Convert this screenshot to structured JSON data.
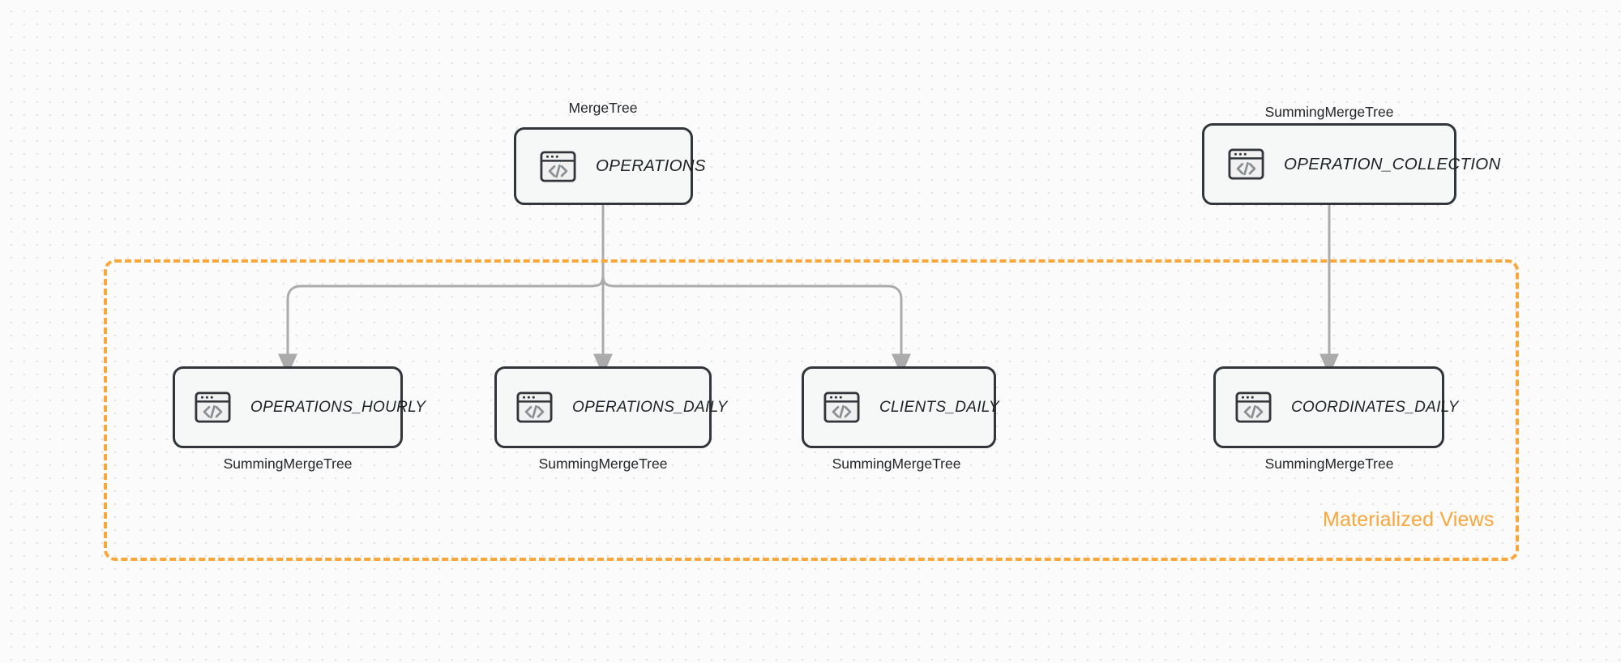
{
  "diagram": {
    "background": "#fbfbfb",
    "dot_grid_color": "#e3e1e0",
    "node_border_color": "#32363b",
    "node_fill_color": "#f6f7f7",
    "edge_color": "#ababab",
    "accent_color": "#f9a63a"
  },
  "group": {
    "label": "Materialized Views",
    "style": "dashed",
    "color": "#f9a63a"
  },
  "source_nodes": [
    {
      "id": "operations",
      "label": "OPERATIONS",
      "engine": "MergeTree",
      "engine_position": "above",
      "icon": "code-window-icon"
    },
    {
      "id": "operation_collection",
      "label": "OPERATION_COLLECTION",
      "engine": "SummingMergeTree",
      "engine_position": "above",
      "icon": "code-window-icon"
    }
  ],
  "view_nodes": [
    {
      "id": "operations_hourly",
      "label": "OPERATIONS_HOURLY",
      "engine": "SummingMergeTree",
      "engine_position": "below",
      "icon": "code-window-icon"
    },
    {
      "id": "operations_daily",
      "label": "OPERATIONS_DAILY",
      "engine": "SummingMergeTree",
      "engine_position": "below",
      "icon": "code-window-icon"
    },
    {
      "id": "clients_daily",
      "label": "CLIENTS_DAILY",
      "engine": "SummingMergeTree",
      "engine_position": "below",
      "icon": "code-window-icon"
    },
    {
      "id": "coordinates_daily",
      "label": "COORDINATES_DAILY",
      "engine": "SummingMergeTree",
      "engine_position": "below",
      "icon": "code-window-icon"
    }
  ],
  "edges": [
    {
      "from": "operations",
      "to": "operations_hourly"
    },
    {
      "from": "operations",
      "to": "operations_daily"
    },
    {
      "from": "operations",
      "to": "clients_daily"
    },
    {
      "from": "operation_collection",
      "to": "coordinates_daily"
    }
  ]
}
